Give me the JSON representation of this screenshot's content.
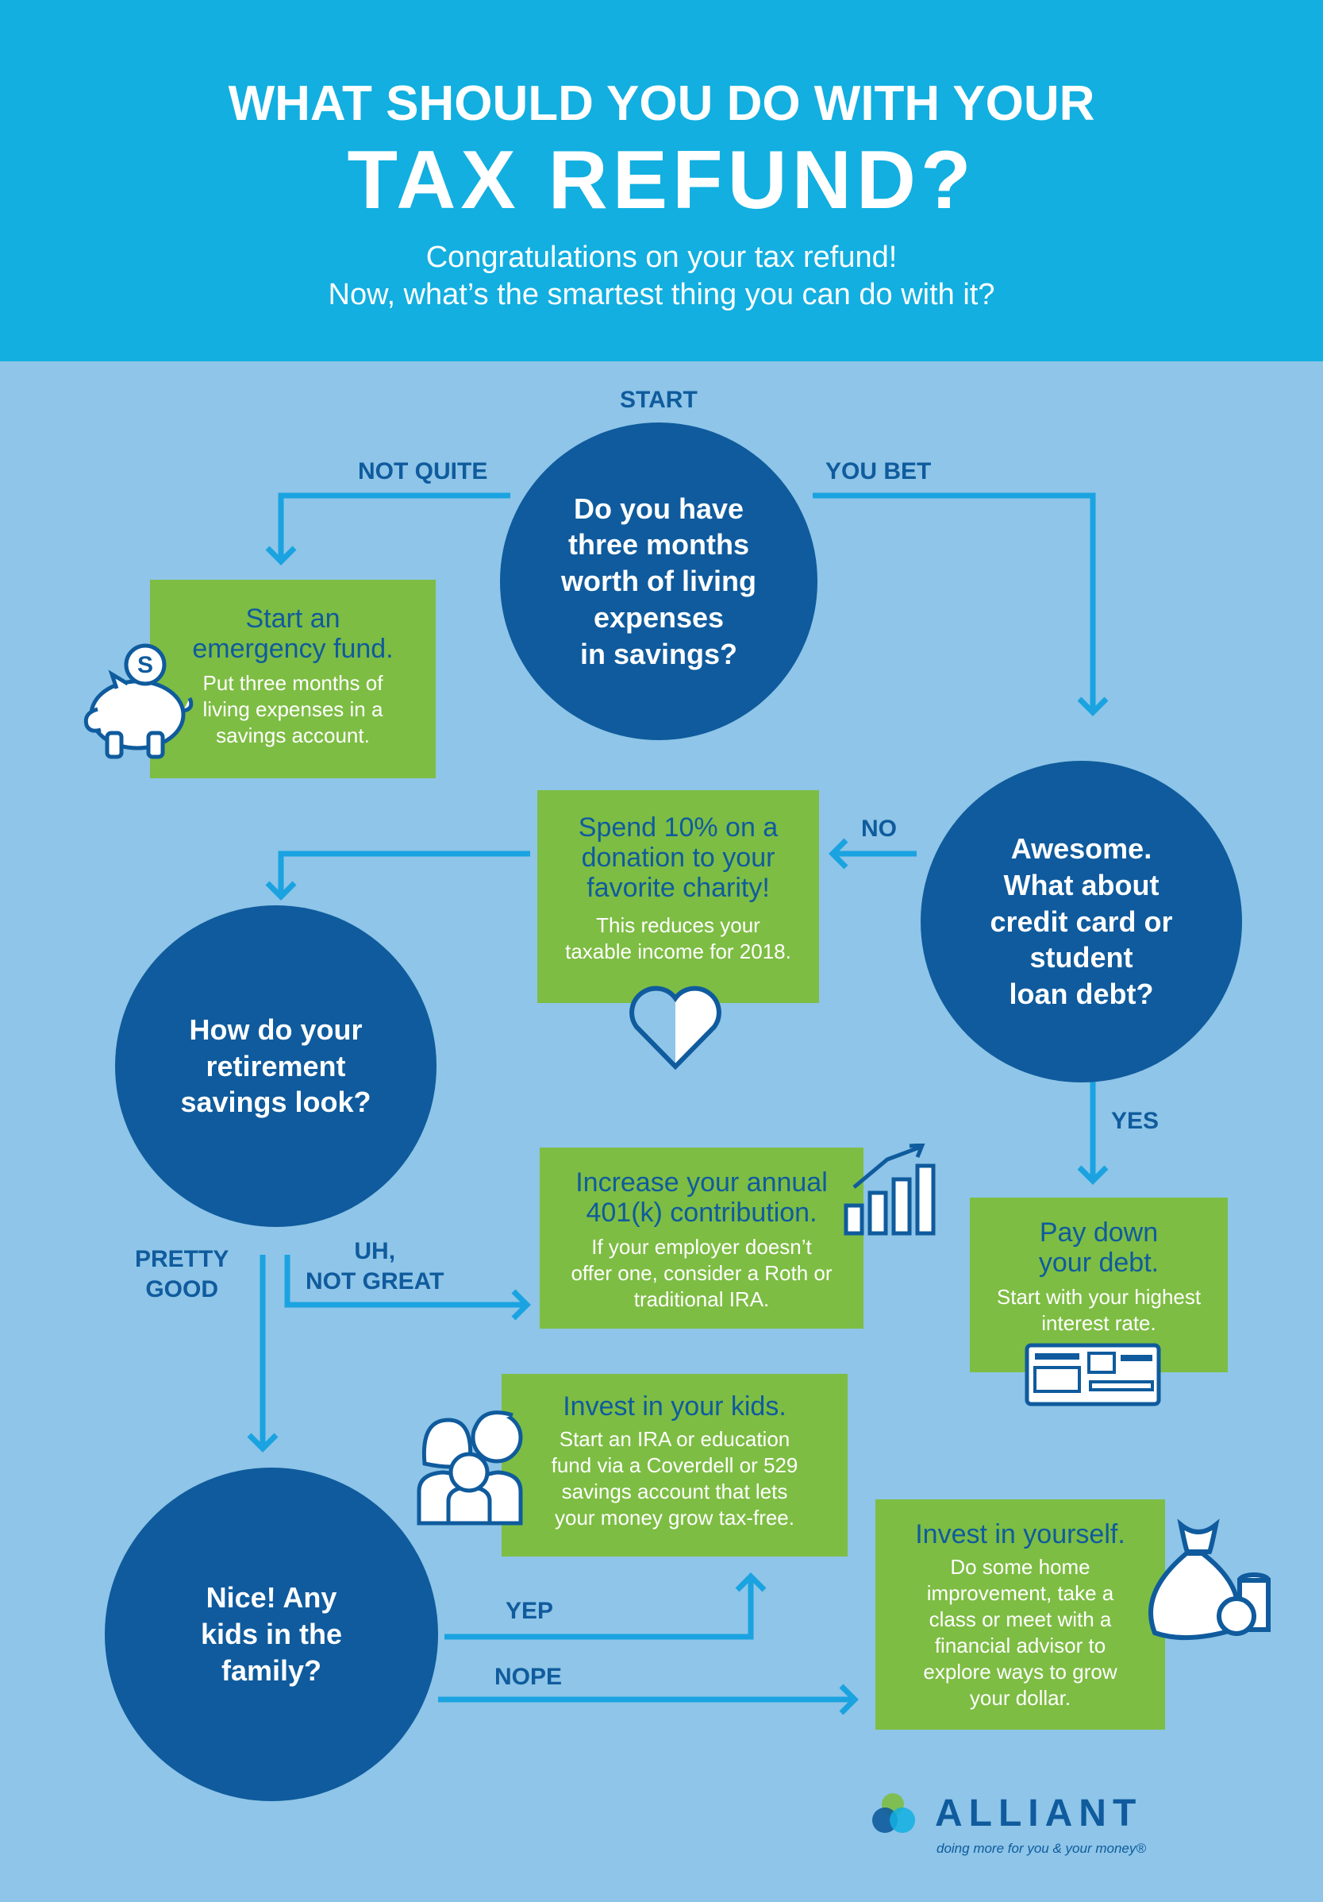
{
  "header": {
    "title_line1": "WHAT SHOULD YOU DO WITH YOUR",
    "title_line2": "TAX REFUND?",
    "subtitle_line1": "Congratulations on your tax refund!",
    "subtitle_line2": "Now, what’s the smartest thing you can do with it?"
  },
  "flow": {
    "start_label": "START",
    "q1": "Do you have\nthree months\nworth of living\nexpenses\nin savings?",
    "q1_no": "NOT QUITE",
    "q1_yes": "YOU BET",
    "emergency": {
      "title": "Start an\nemergency fund.",
      "desc": "Put three months of\nliving expenses in a\nsavings account."
    },
    "q2": "Awesome.\nWhat about\ncredit card or\nstudent\nloan debt?",
    "q2_no": "NO",
    "q2_yes": "YES",
    "charity": {
      "title": "Spend 10% on a\ndonation to your\nfavorite charity!",
      "desc": "This reduces your\ntaxable income for 2018."
    },
    "debt": {
      "title": "Pay down\nyour debt.",
      "desc": "Start with your highest\ninterest rate."
    },
    "q3": "How do your\nretirement\nsavings look?",
    "q3_good": "PRETTY\nGOOD",
    "q3_bad": "UH,\nNOT GREAT",
    "k401": {
      "title": "Increase your annual\n401(k) contribution.",
      "desc": "If your employer doesn’t\noffer one, consider a Roth or\ntraditional IRA."
    },
    "q4": "Nice! Any\nkids in the\nfamily?",
    "q4_yes": "YEP",
    "q4_no": "NOPE",
    "kids": {
      "title": "Invest in your kids.",
      "desc": "Start an IRA or education\nfund via a Coverdell or 529\nsavings account that lets\nyour money grow tax-free."
    },
    "yourself": {
      "title": "Invest in yourself.",
      "desc": "Do some home\nimprovement, take a\nclass or meet with a\nfinancial advisor to\nexplore ways to grow\nyour dollar."
    }
  },
  "icons": [
    "piggy-bank-icon",
    "heart-icon",
    "bar-chart-icon",
    "credit-card-icon",
    "family-icon",
    "money-bag-icon"
  ],
  "brand": {
    "name": "ALLIANT",
    "tagline": "doing more for you & your money®"
  },
  "colors": {
    "header_bg": "#12afe0",
    "page_bg": "#8ec5e8",
    "circle": "#0f5b9d",
    "box": "#7dbd43",
    "arrow": "#1aa3e0"
  }
}
